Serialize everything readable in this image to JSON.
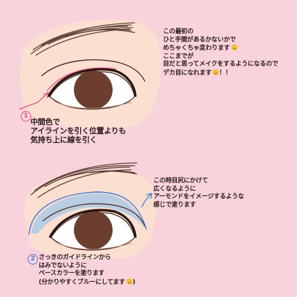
{
  "top_note": {
    "lines": [
      "この最初の",
      "ひと手間があるかないかで",
      "めちゃくちゃ変わります",
      "ここまでが",
      "目だと思ってメイクをするようになるので",
      "デカ目になれます"
    ],
    "trailing": "！！"
  },
  "step1": {
    "number": "1",
    "lines": [
      "中間色で",
      "アイラインを引く位置よりも",
      "気持ち上に線を引く"
    ]
  },
  "mid_note": {
    "lines": [
      "この時目尻にかけて",
      "広くなるように",
      "アーモンドをイメージするような",
      "感じで塗ります"
    ]
  },
  "step2": {
    "number": "2",
    "lines": [
      "さっきのガイドラインから",
      "はみでないように",
      "ベースカラーを塗ります",
      "(分かりやすくブルーにしてます"
    ],
    "closing": ")"
  },
  "colors": {
    "background": "#f9d3dc",
    "skin": "#fbe1cf",
    "iris": "#6b3e2e",
    "guide_line": "#d9487a",
    "base_color": "#a9c8e6",
    "arrow": "#3a78d6"
  },
  "icons": [
    "smile-emoji-icon",
    "arrow-icon"
  ]
}
